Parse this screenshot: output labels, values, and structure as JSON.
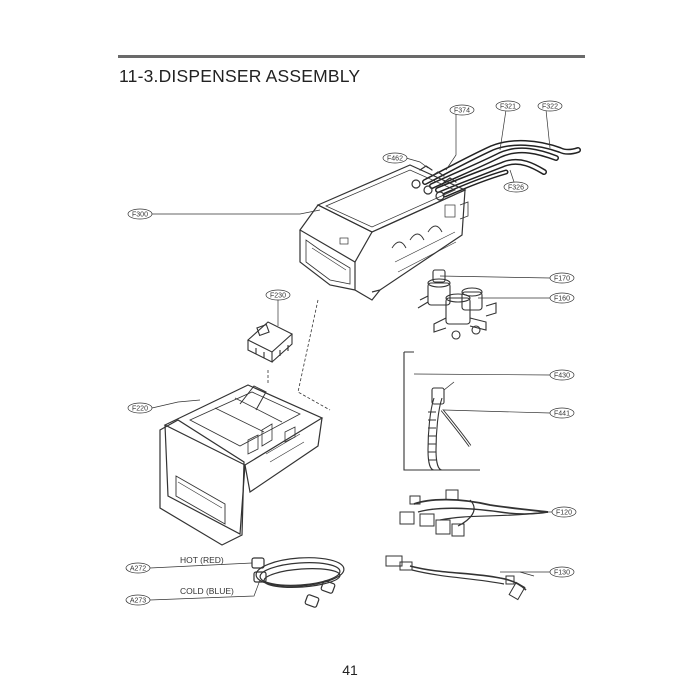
{
  "page": {
    "title": "11-3.DISPENSER ASSEMBLY",
    "page_number": "41"
  },
  "labels": {
    "hot": "HOT (RED)",
    "cold": "COLD (BLUE)"
  },
  "callouts": {
    "f374": "F374",
    "f321": "F321",
    "f322": "F322",
    "f462": "F462",
    "f326": "F326",
    "f300": "F300",
    "f170": "F170",
    "f160": "F160",
    "f220": "F220",
    "f430": "F430",
    "f441": "F441",
    "f230": "F230",
    "f120": "F120",
    "f130": "F130",
    "a272": "A272",
    "a273": "A273"
  }
}
